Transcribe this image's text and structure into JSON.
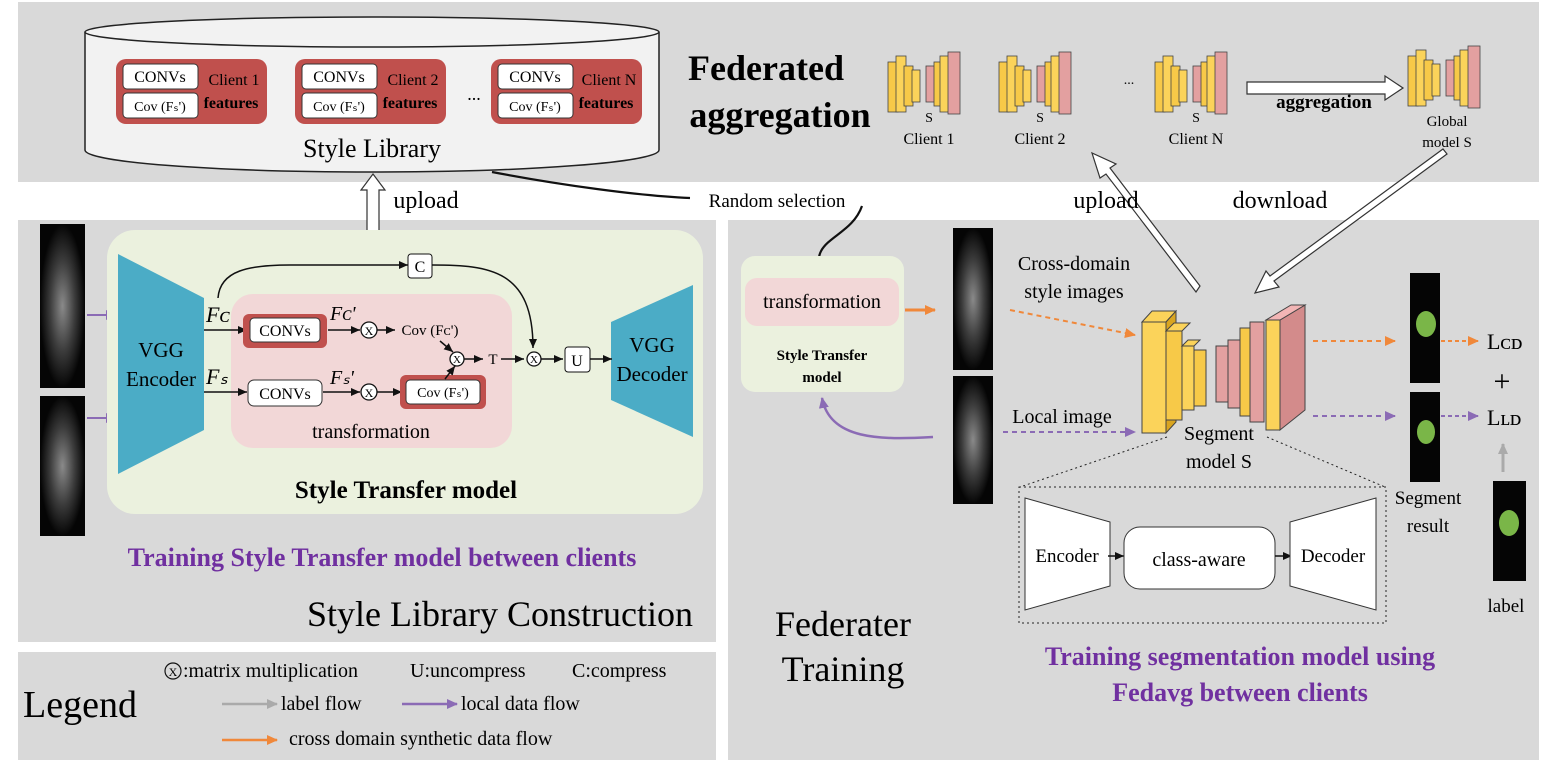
{
  "style_library": {
    "title": "Style Library",
    "convs": "CONVs",
    "cov_fs": "Cov (Fₛ')",
    "clients": [
      "Client 1",
      "Client 2",
      "Client N"
    ],
    "features": "features",
    "ellipsis": "..."
  },
  "federated_aggregation": {
    "title_line1": "Federated",
    "title_line2": "aggregation",
    "s": "S",
    "clients": [
      "Client 1",
      "Client 2",
      "Client N"
    ],
    "ellipsis": "...",
    "aggregation": "aggregation",
    "global_line1": "Global",
    "global_line2": "model S"
  },
  "labels": {
    "upload": "upload",
    "download": "download",
    "random_selection": "Random selection"
  },
  "style_transfer": {
    "vgg_encoder_line1": "VGG",
    "vgg_encoder_line2": "Encoder",
    "vgg_decoder_line1": "VGG",
    "vgg_decoder_line2": "Decoder",
    "transformation": "transformation",
    "fc": "Fᴄ",
    "fs": "Fₛ",
    "fc_prime": "Fᴄ'",
    "fs_prime": "Fₛ'",
    "cov_fc": "Cov (Fᴄ')",
    "x_symbol": "X",
    "t": "T",
    "c": "C",
    "u": "U",
    "title": "Style Transfer model"
  },
  "captions": {
    "training_style_transfer": "Training Style Transfer model between clients",
    "style_library_construction": "Style Library Construction",
    "federater_line1": "Federater",
    "federater_line2": "Training",
    "training_seg_line1": "Training segmentation model using",
    "training_seg_line2": "Fedavg between clients"
  },
  "legend": {
    "title": "Legend",
    "matmul": ":matrix multiplication",
    "uncompress": "U:uncompress",
    "compress": "C:compress",
    "label_flow": "label flow",
    "local_data_flow": "local data flow",
    "synthetic_flow": "cross domain synthetic data flow"
  },
  "federated_training": {
    "st_line1": "Style Transfer",
    "st_line2": "model",
    "cross_domain_line1": "Cross-domain",
    "cross_domain_line2": "style images",
    "local_image": "Local image",
    "segment_line1": "Segment",
    "segment_line2": "model S",
    "loss_cd": "Lᴄᴅ",
    "loss_ld": "Lʟᴅ",
    "plus": "+",
    "result_line1": "Segment",
    "result_line2": "result",
    "label": "label",
    "encoder": "Encoder",
    "class_aware": "class-aware",
    "decoder": "Decoder"
  },
  "colors": {
    "panel": "#d9d9d9",
    "feature_block": "#c0504d",
    "vgg": "#4bacc6",
    "style_transfer_bg": "#ebf1de",
    "transformation_bg": "#f2d7d7",
    "caption_purple": "#7030a0",
    "local_flow": "#8b6bb5",
    "synthetic_flow": "#f0883a",
    "label_flow": "#aaaaaa"
  }
}
